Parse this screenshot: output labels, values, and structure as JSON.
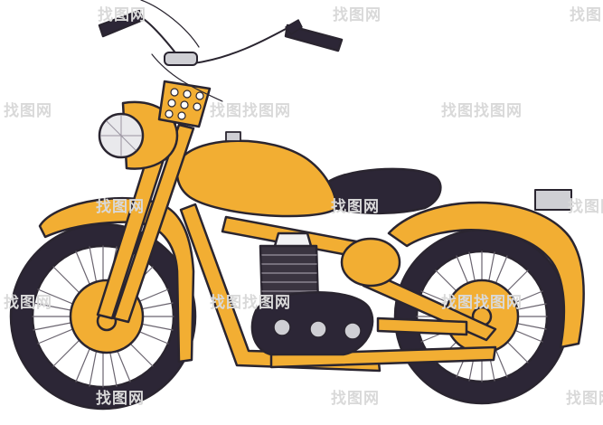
{
  "image": {
    "subject_icon": "motorcycle-illustration",
    "colors": {
      "body": "#F2AE33",
      "body_shadow": "#D99420",
      "outline": "#2A2530",
      "tire": "#2C2636",
      "seat": "#2C2636",
      "engine": "#3A3440",
      "chrome": "#CFCFD4",
      "light": "#E9E9EC",
      "background": "#FFFFFF"
    }
  },
  "watermark": {
    "text": "找图网",
    "pair_text": "找图找图网"
  }
}
